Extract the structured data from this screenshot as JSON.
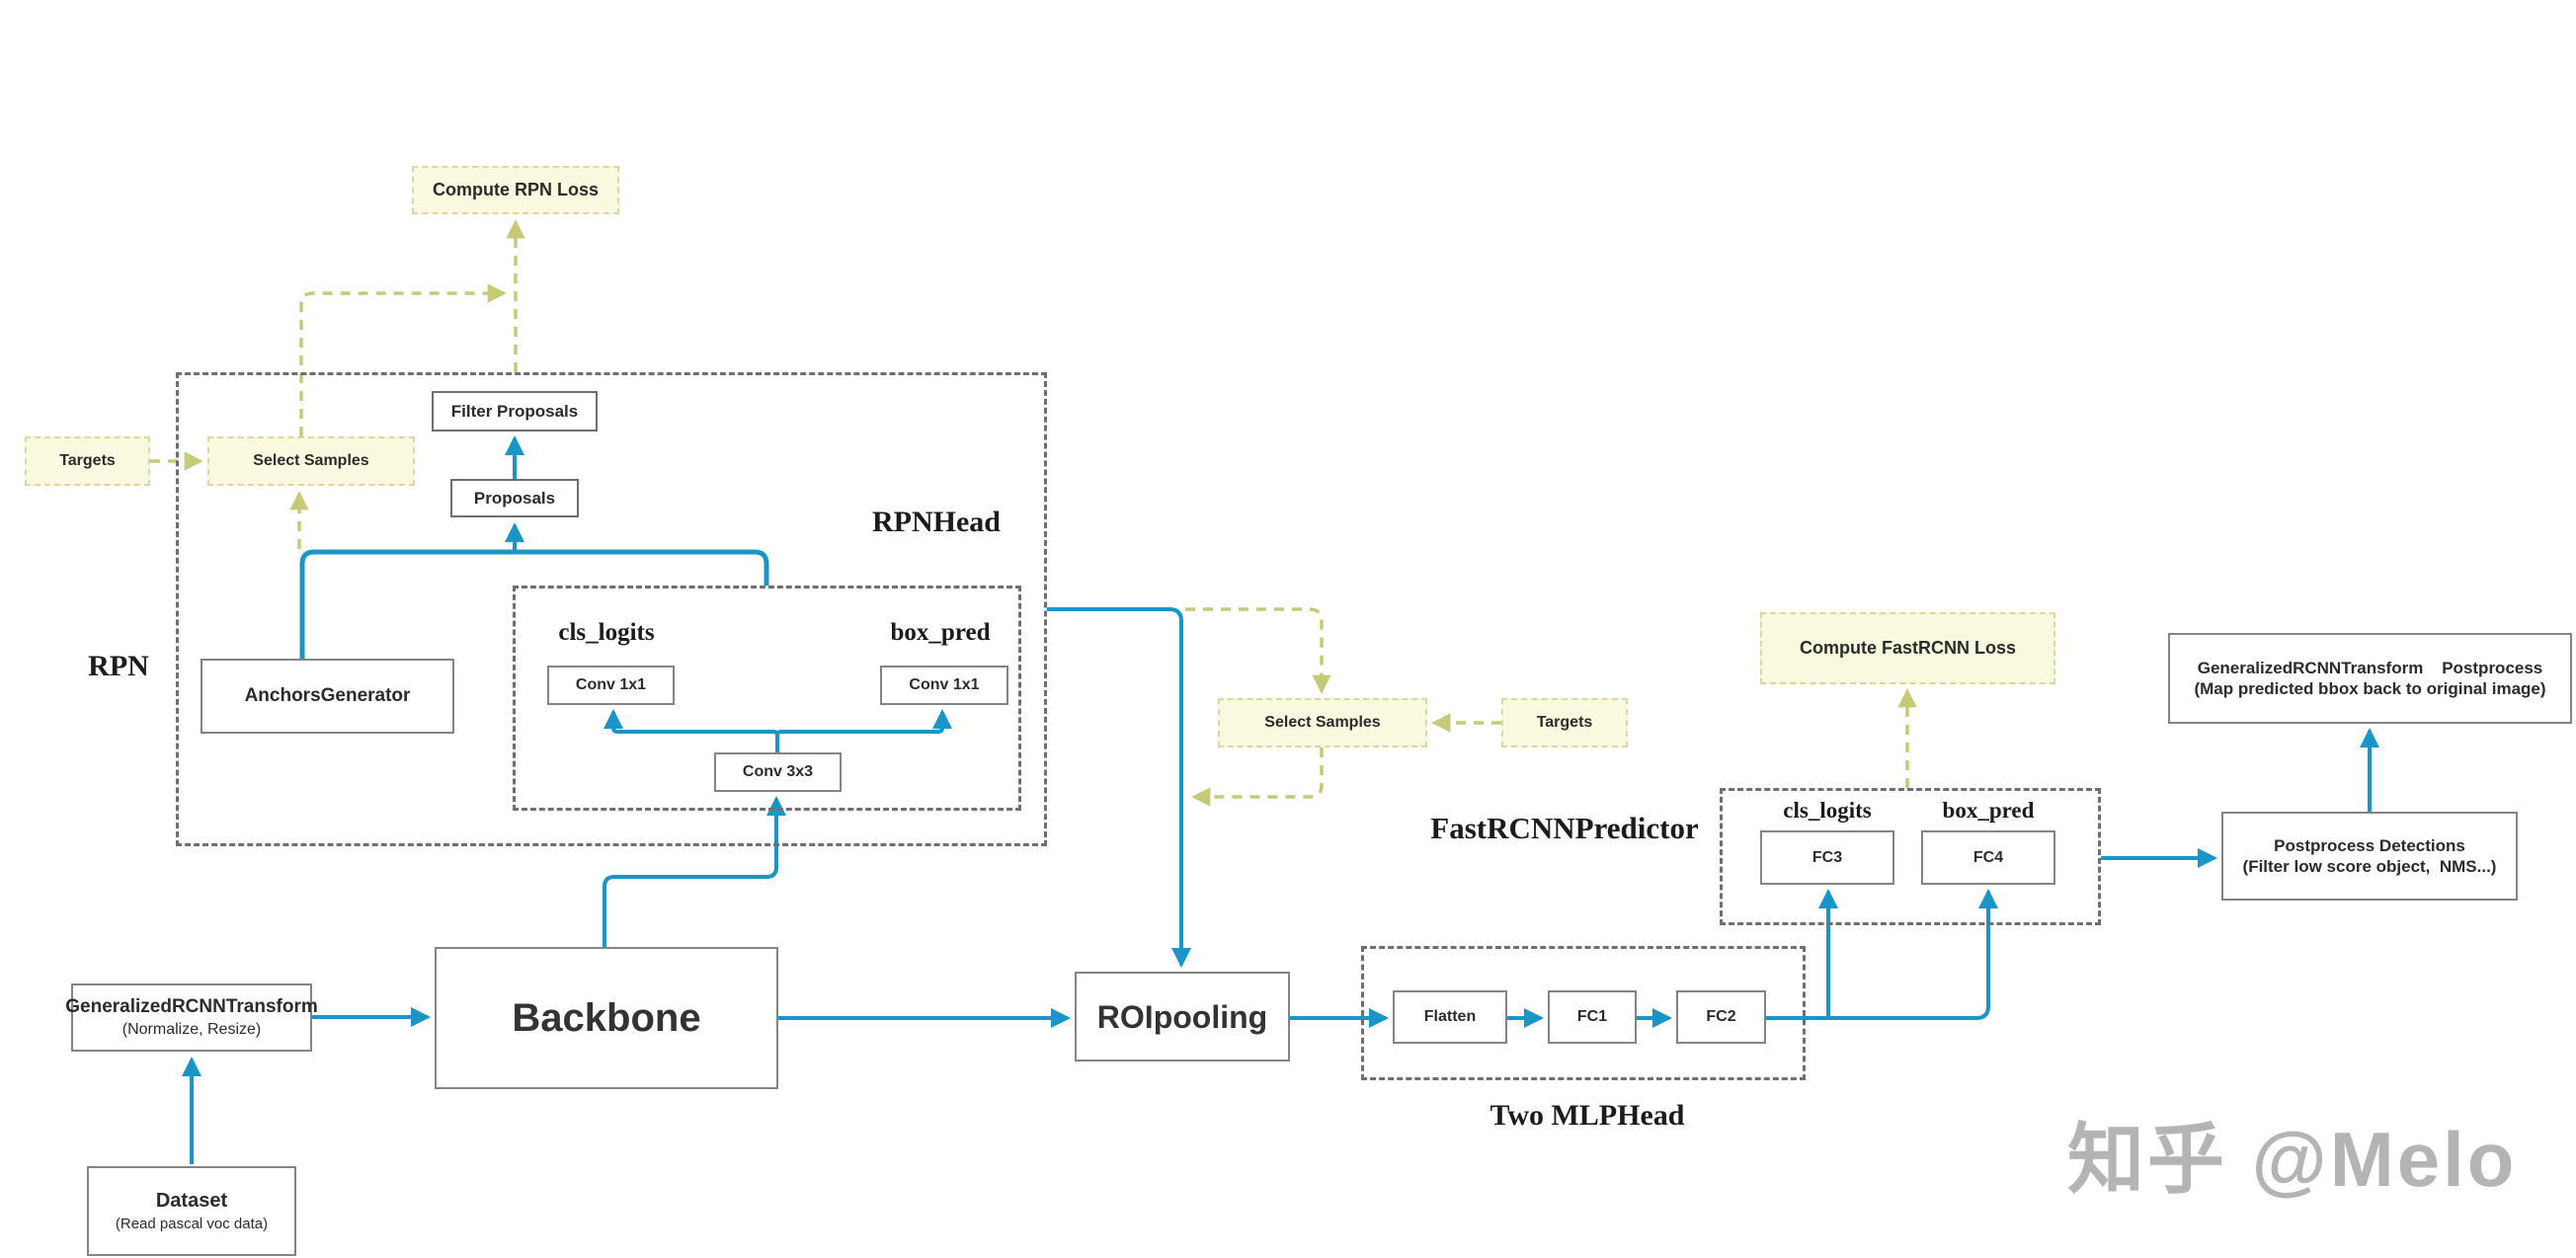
{
  "palette": {
    "teal": "#1a95c8",
    "olive": "#c6ca77",
    "note_fill": "#f9f9e0",
    "note_border": "#d8d9a0",
    "frame_border": "#6f6f6f",
    "box_border": "#848484",
    "ink": "#2b2b2b",
    "watermark": "#b4b4b4"
  },
  "rpn": {
    "label": "RPN",
    "head_label": "RPNHead",
    "compute_loss": "Compute RPN Loss",
    "targets": "Targets",
    "select_samples": "Select Samples",
    "filter_proposals": "Filter Proposals",
    "proposals": "Proposals",
    "anchors_generator": "AnchorsGenerator",
    "cls_logits": "cls_logits",
    "box_pred": "box_pred",
    "conv1x1": "Conv 1x1",
    "conv3x3": "Conv 3x3"
  },
  "pipeline": {
    "dataset_title": "Dataset",
    "dataset_sub": "(Read pascal voc data)",
    "transform_title": "GeneralizedRCNNTransform",
    "transform_sub": "(Normalize, Resize)",
    "backbone": "Backbone",
    "roipooling": "ROIpooling"
  },
  "mlp_head": {
    "label": "Two MLPHead",
    "flatten": "Flatten",
    "fc1": "FC1",
    "fc2": "FC2"
  },
  "fastrcnn": {
    "label": "FastRCNNPredictor",
    "compute_loss": "Compute FastRCNN Loss",
    "select_samples": "Select Samples",
    "targets": "Targets",
    "cls_logits": "cls_logits",
    "box_pred": "box_pred",
    "fc3": "FC3",
    "fc4": "FC4"
  },
  "postprocess": {
    "transform_line1": "GeneralizedRCNNTransform    Postprocess",
    "transform_line2": "(Map predicted bbox back to original image)",
    "detections_line1": "Postprocess Detections",
    "detections_line2": "(Filter low score object,  NMS...)"
  },
  "watermark": "知乎 @Melo"
}
